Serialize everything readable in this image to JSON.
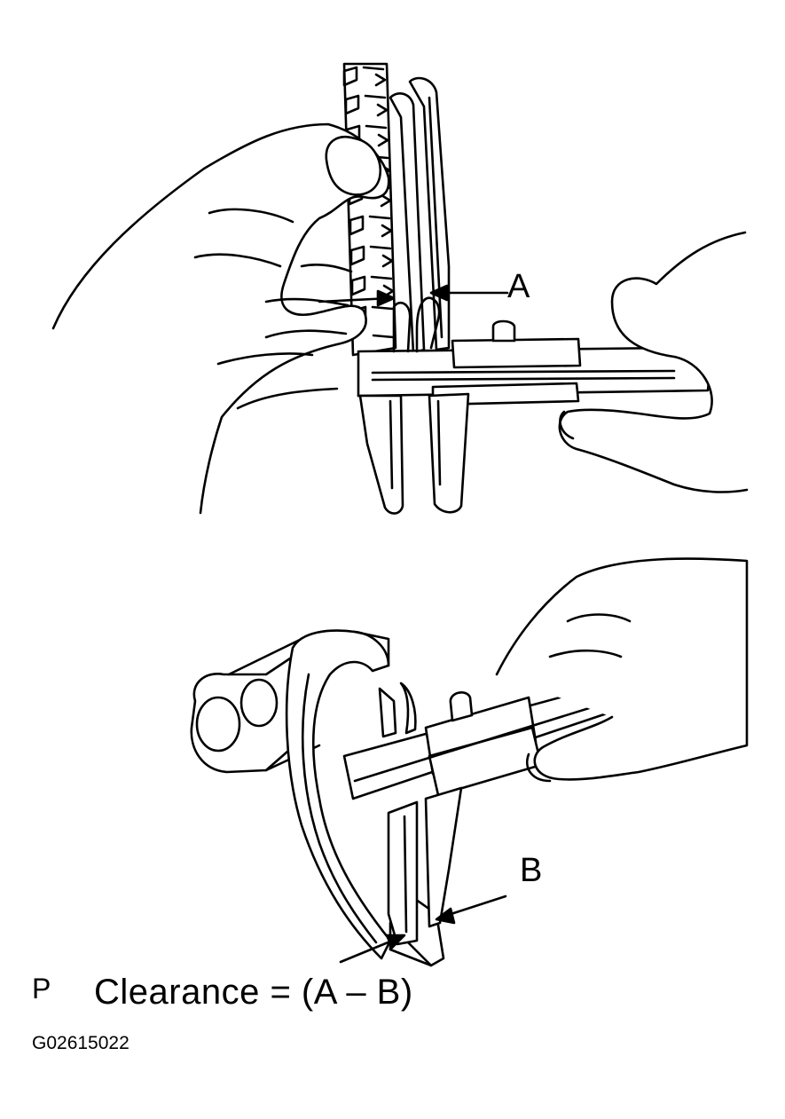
{
  "labels": {
    "a": "A",
    "b": "B",
    "p": "P",
    "formula": "Clearance = (A  –  B)",
    "figure_code": "G02615022"
  },
  "colors": {
    "ink": "#000000",
    "paper": "#ffffff"
  },
  "icons": {
    "top_illustration": "gear-caliper-icon",
    "bottom_illustration": "shift-fork-caliper-icon"
  }
}
